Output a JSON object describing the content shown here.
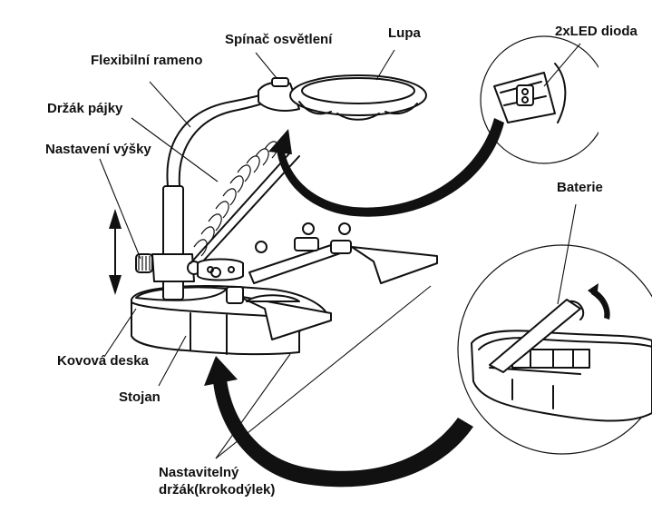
{
  "diagram": {
    "subject": "Third-hand soldering station with magnifier and LED light",
    "labels": {
      "switch": "Spínač osvětlení",
      "magnifier": "Lupa",
      "led": "2xLED dioda",
      "flex_arm": "Flexibilní rameno",
      "solder_holder": "Držák pájky",
      "height_adjust": "Nastavení výšky",
      "battery": "Baterie",
      "metal_plate": "Kovová deska",
      "stand": "Stojan",
      "clip_line1": "Nastavitelný",
      "clip_line2": "držák(krokodýlek)"
    },
    "colors": {
      "ink": "#111111",
      "paper": "#ffffff"
    }
  }
}
